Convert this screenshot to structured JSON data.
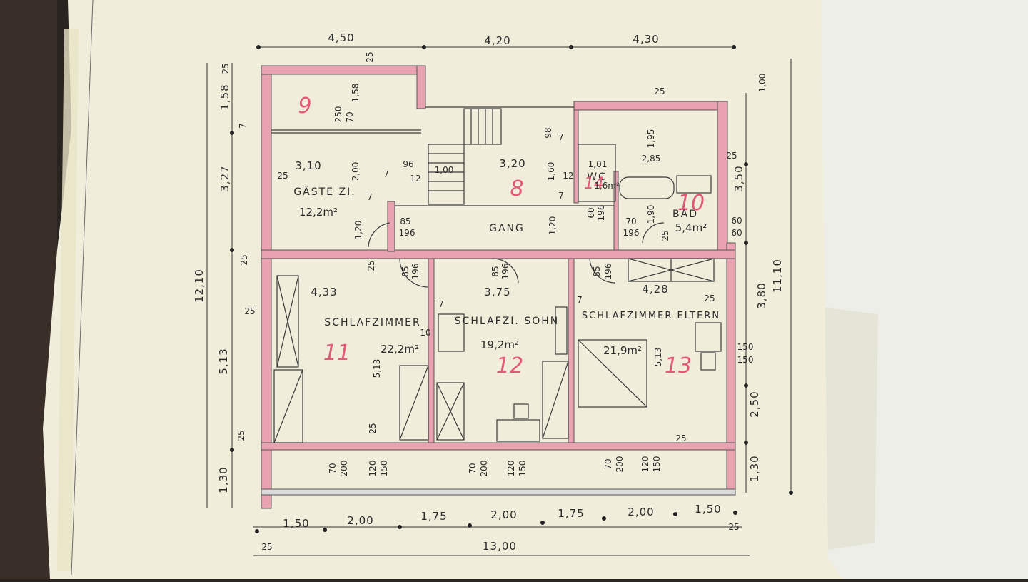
{
  "plan": {
    "top_dims": [
      "4,50",
      "4,20",
      "4,30"
    ],
    "bottom_dims": [
      "1,50",
      "2,00",
      "1,75",
      "2,00",
      "1,75",
      "2,00",
      "1,50"
    ],
    "bottom_total": "13,00",
    "bottom_wall_left": "25",
    "bottom_wall_right": "25",
    "left_dims": [
      "25",
      "1,58",
      "7",
      "3,27",
      "25",
      "5,13",
      "25",
      "1,30"
    ],
    "left_total": "12,10",
    "left_wall_top": "25",
    "right_dims": [
      "1,00",
      "25",
      "3,50",
      "60",
      "60",
      "3,80",
      "150",
      "150",
      "2,50",
      "1,30"
    ],
    "right_total": "11,10",
    "rooms": [
      {
        "name": "GÄSTE ZI.",
        "area": "12,2m²",
        "number": "9",
        "width": "3,10",
        "small": [
          "2,00",
          "96",
          "1,00",
          "12",
          "7",
          "7",
          "25",
          "85",
          "196",
          "1,20"
        ]
      },
      {
        "name": "",
        "area": "",
        "number": "8",
        "width": "3,20",
        "small": [
          "98",
          "7",
          "1,60",
          "7",
          "12",
          "1,20"
        ]
      },
      {
        "name": "WC",
        "area": "1,6m²",
        "number": "14",
        "width": "1,01",
        "small": []
      },
      {
        "name": "BAD",
        "area": "5,4m²",
        "number": "10",
        "width": "2,85",
        "small": [
          "1,95",
          "25",
          "25",
          "70",
          "196",
          "1,90",
          "60",
          "196"
        ]
      },
      {
        "name": "GANG",
        "area": "",
        "number": "",
        "width": "",
        "small": []
      },
      {
        "name": "SCHLAFZIMMER",
        "area": "22,2m²",
        "number": "11",
        "width": "4,33",
        "small": [
          "5,13",
          "85",
          "196",
          "25",
          "10"
        ]
      },
      {
        "name": "SCHLAFZI. SOHN",
        "area": "19,2m²",
        "number": "12",
        "width": "3,75",
        "small": [
          "85",
          "196",
          "7"
        ]
      },
      {
        "name": "SCHLAFZIMMER ELTERN",
        "area": "21,9m²",
        "number": "13",
        "width": "4,28",
        "small": [
          "5,13",
          "85",
          "196",
          "7",
          "25"
        ]
      }
    ],
    "upper_left": {
      "small": [
        "250",
        "70",
        "1,58"
      ]
    },
    "window_labels": [
      {
        "top": "70",
        "bottom": "200"
      },
      {
        "top": "120",
        "bottom": "150"
      },
      {
        "top": "70",
        "bottom": "200"
      },
      {
        "top": "120",
        "bottom": "150"
      },
      {
        "top": "70",
        "bottom": "200"
      },
      {
        "top": "120",
        "bottom": "150"
      }
    ],
    "extra": [
      "25",
      "25",
      "25"
    ]
  },
  "colors": {
    "paper": "#f0eedb",
    "wall": "#e9a2b0",
    "pencil": "#2b2b2b",
    "red_pencil": "#e05a78",
    "right_sheet": "#eeeee8"
  }
}
